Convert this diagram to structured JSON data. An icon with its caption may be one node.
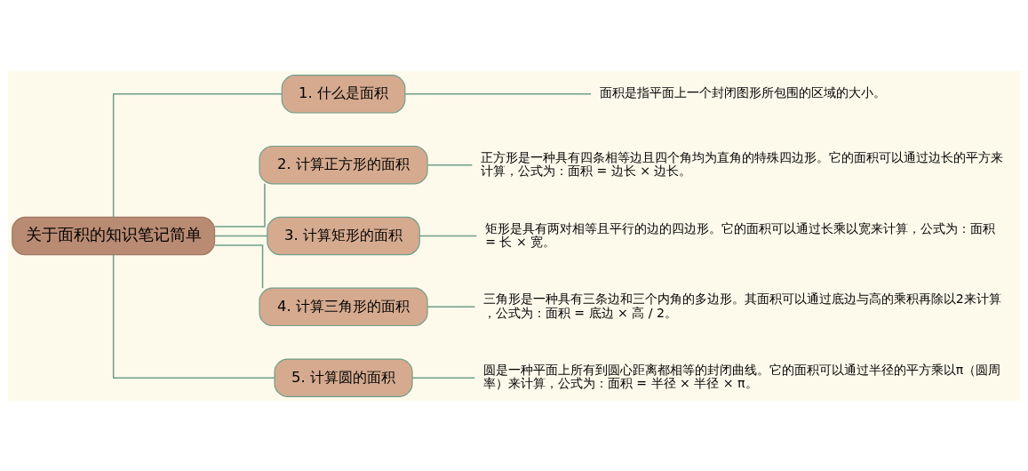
{
  "diagram": {
    "nodes": [
      {
        "text": [
          "关于面积的知识笔记简单"
        ]
      },
      {
        "text": [
          "1. 什么是面积"
        ]
      },
      {
        "text": [
          "2. 计算正方形的面积"
        ]
      },
      {
        "text": [
          "3. 计算矩形的面积"
        ]
      },
      {
        "text": [
          "4. 计算三角形的面积"
        ]
      },
      {
        "text": [
          "5. 计算圆的面积"
        ]
      },
      {
        "text": [
          "面积是指平面上一个封闭图形所包围的区域的大小。"
        ]
      },
      {
        "text": [
          "正方形是一种具有四条相等边且四个角均为直角的特殊四边形。它的面积可以通过边长的平方来计算，公式为：面积 = 边长 × 边长。"
        ]
      },
      {
        "text": [
          "矩形是具有两对相等且平行的边的四边形。它的面积可以通过长乘以宽来计算，公式为：面积 = 长 × 宽。"
        ]
      },
      {
        "text": [
          "三角形是一种具有三条边和三个内角的多边形。其面积可以通过底边与高的乘积再除以2来计算，公式为：面积 = 底边 × 高 / 2。"
        ]
      },
      {
        "text": [
          "圆是一种平面上所有到圆心距离都相等的封闭曲线。它的面积可以通过半径的平方乘以π（圆周率）来计算，公式为：面积 = 半径 × 半径 × π。"
        ]
      }
    ],
    "edges": [
      {
        "from": 0,
        "to": 1,
        "arrow": "none"
      },
      {
        "from": 0,
        "to": 2,
        "arrow": "none"
      },
      {
        "from": 0,
        "to": 3,
        "arrow": "none"
      },
      {
        "from": 0,
        "to": 4,
        "arrow": "none"
      },
      {
        "from": 0,
        "to": 5,
        "arrow": "none"
      },
      {
        "from": 1,
        "to": 6,
        "arrow": "none"
      },
      {
        "from": 2,
        "to": 7,
        "arrow": "none"
      },
      {
        "from": 3,
        "to": 8,
        "arrow": "none"
      },
      {
        "from": 4,
        "to": 9,
        "arrow": "none"
      },
      {
        "from": 5,
        "to": 10,
        "arrow": "none"
      }
    ]
  }
}
